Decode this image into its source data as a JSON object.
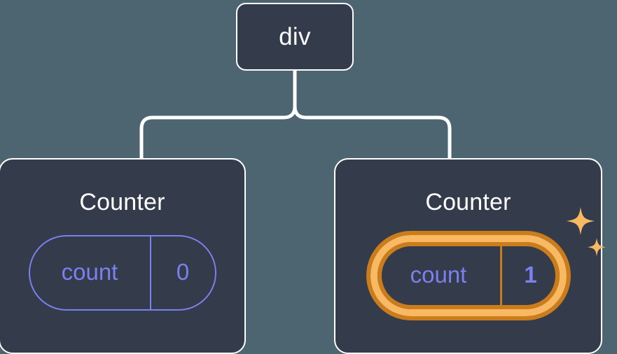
{
  "diagram": {
    "type": "component-tree",
    "background_color": "#4d6571",
    "node_color": "#343b4a",
    "node_border_color": "#ffffff",
    "connector_color": "#ffffff",
    "accent_color": "#7b80ef",
    "highlight_inner_color": "#f9b963",
    "highlight_outer_color": "#cb7c1b"
  },
  "root": {
    "label": "div"
  },
  "children": [
    {
      "label": "Counter",
      "state": {
        "key": "count",
        "value": "0"
      },
      "highlighted": false
    },
    {
      "label": "Counter",
      "state": {
        "key": "count",
        "value": "1"
      },
      "highlighted": true,
      "sparkle_icons": [
        "sparkle-large",
        "sparkle-small"
      ]
    }
  ]
}
